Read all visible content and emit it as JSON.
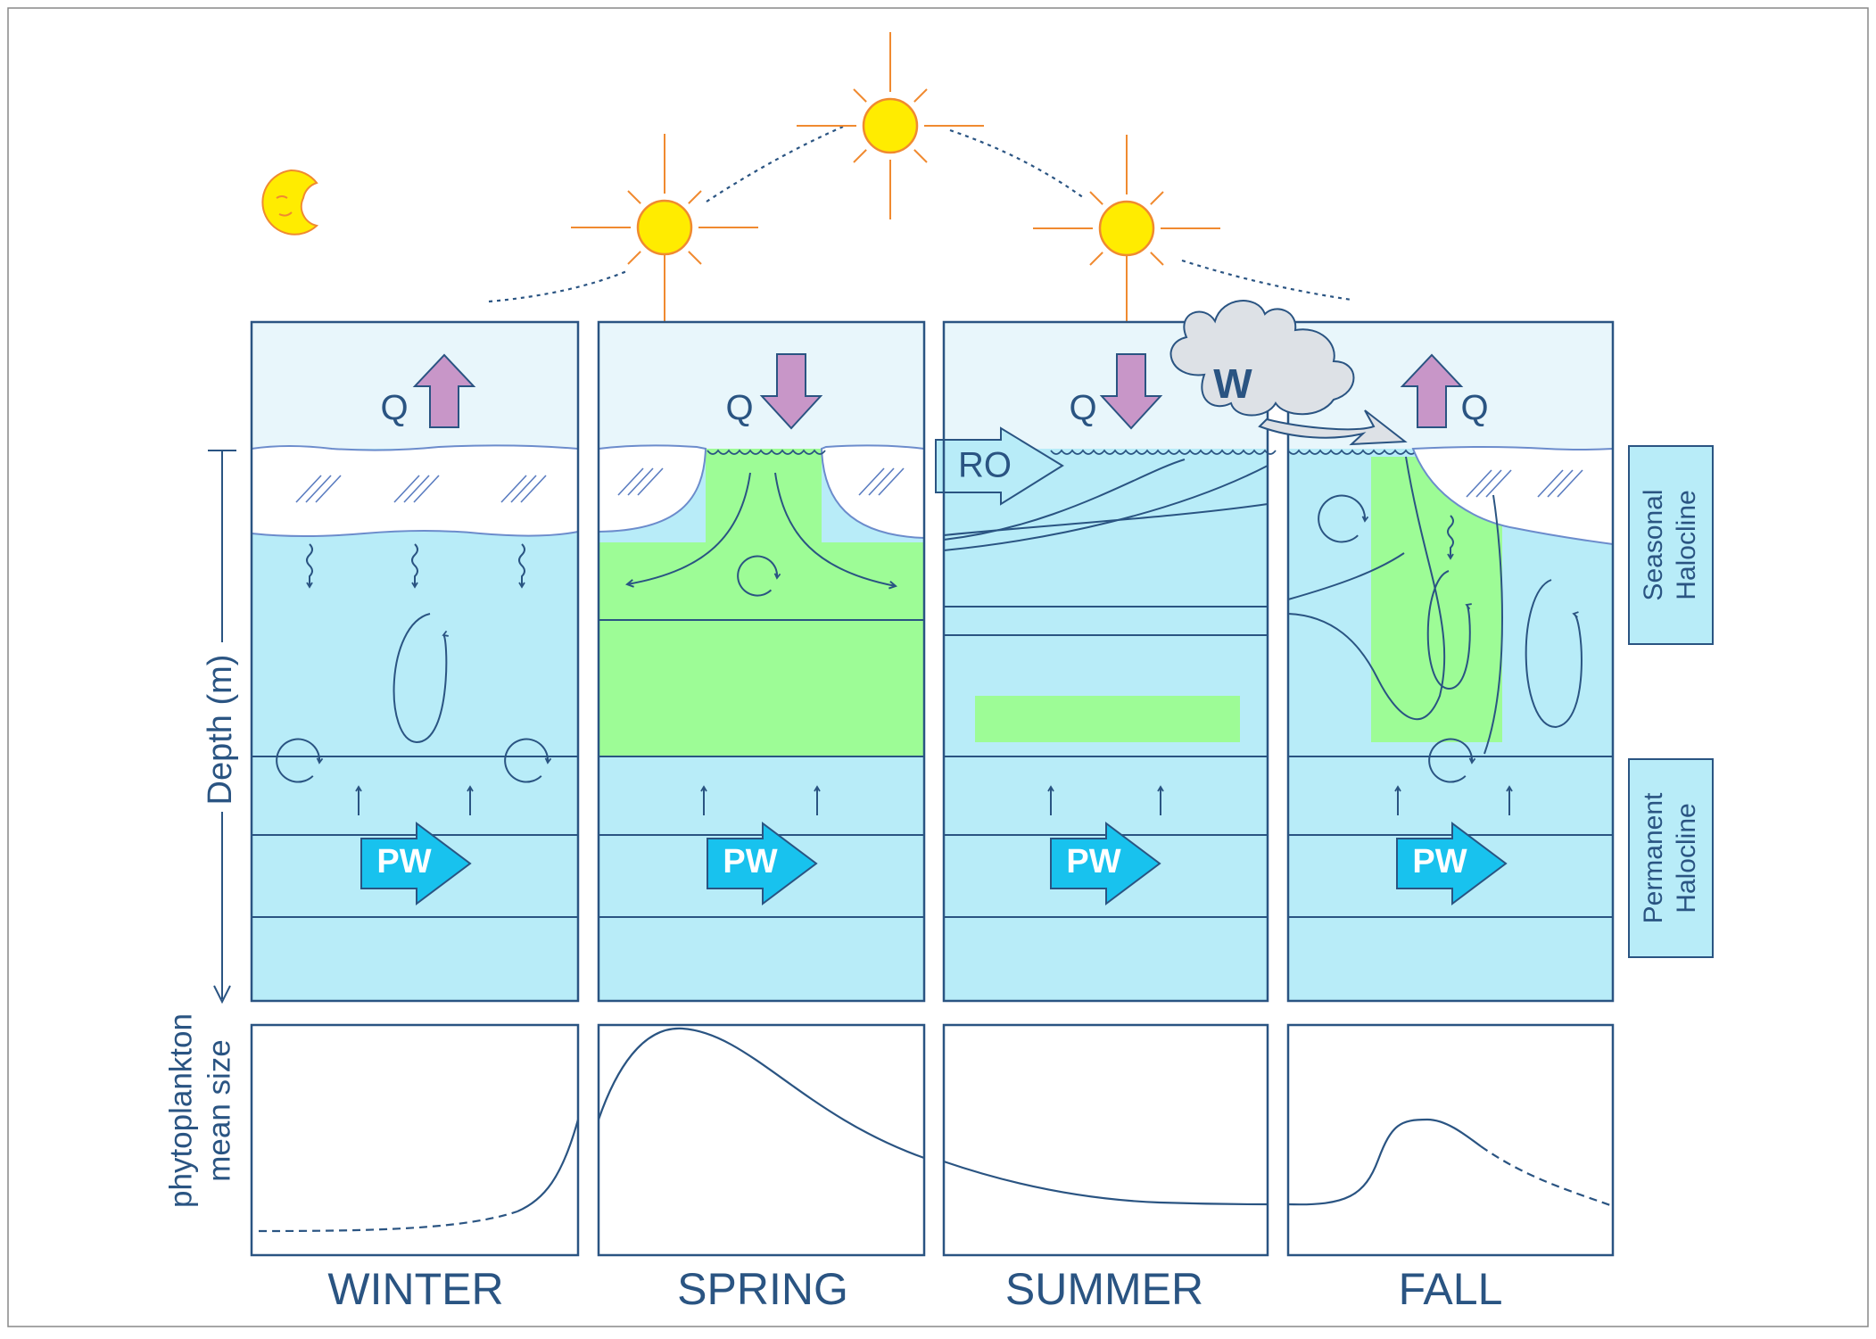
{
  "seasons": [
    "WINTER",
    "SPRING",
    "SUMMER",
    "FALL"
  ],
  "heat_flux_label": "Q",
  "pacific_water_label": "PW",
  "runoff_label": "RO",
  "wind_label": "W",
  "depth_axis_label": "Depth (m)",
  "size_axis_label": [
    "phytoplankton",
    "mean size"
  ],
  "side_labels": {
    "seasonal": [
      "Seasonal",
      "Halocline"
    ],
    "permanent": [
      "Permanent",
      "Halocline"
    ]
  },
  "colors": {
    "line": "#2a5482",
    "water": "#b8ecf8",
    "air": "#e8f6fb",
    "bloom": "#9dfc96",
    "heat_arrow": "#c896c8",
    "pw_arrow": "#18c2ee",
    "sun": "#ffec00",
    "sun_ray": "#f08a30"
  },
  "icons": [
    "moon-icon",
    "sun-icon",
    "cloud-icon"
  ]
}
